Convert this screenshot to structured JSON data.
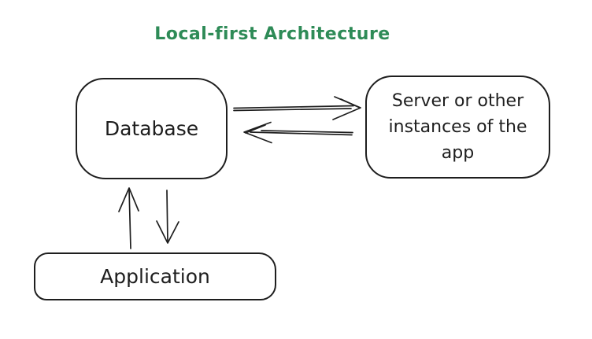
{
  "diagram": {
    "title": "Local-first Architecture",
    "colors": {
      "title": "#2e8b57",
      "stroke": "#1e1e1e",
      "background": "#ffffff"
    },
    "nodes": [
      {
        "id": "database",
        "label": "Database"
      },
      {
        "id": "server",
        "label": "Server or other instances of the app"
      },
      {
        "id": "application",
        "label": "Application"
      }
    ],
    "edges": [
      {
        "from": "database",
        "to": "server",
        "style": "arrow-right"
      },
      {
        "from": "server",
        "to": "database",
        "style": "arrow-left"
      },
      {
        "from": "application",
        "to": "database",
        "style": "arrow-up"
      },
      {
        "from": "database",
        "to": "application",
        "style": "arrow-down"
      }
    ]
  }
}
